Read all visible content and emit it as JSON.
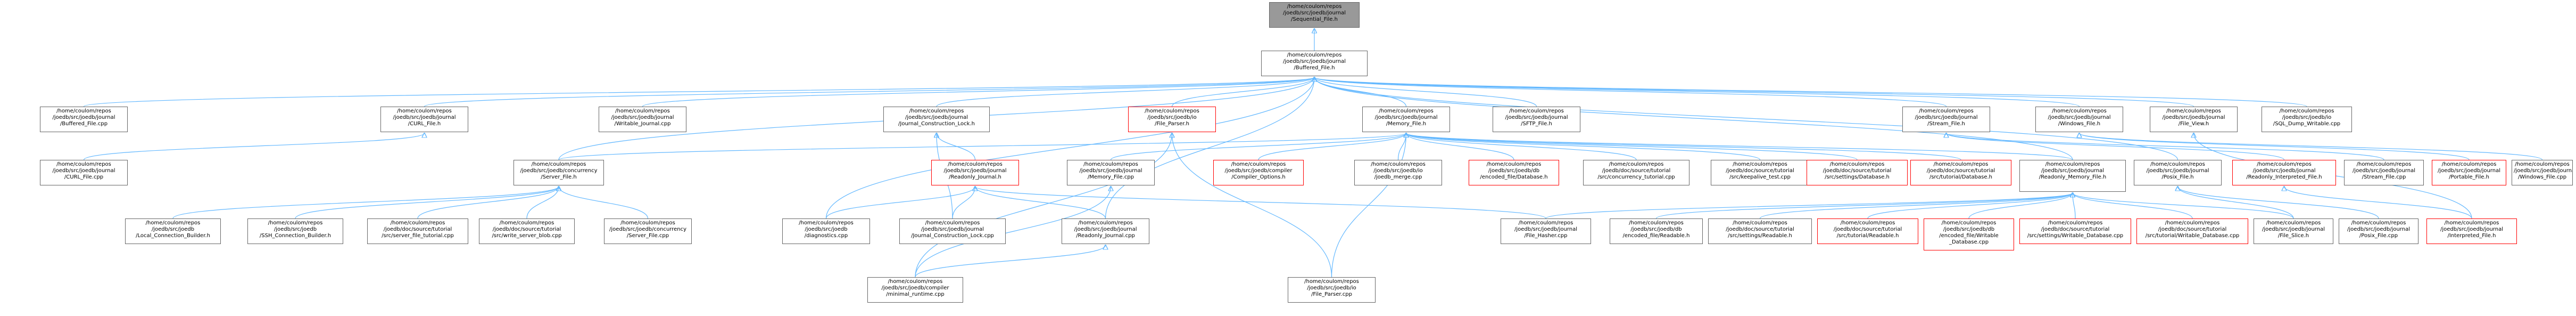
{
  "nodes": [
    {
      "id": "sequential",
      "label": "/home/coulom/repos\n/joedb/src/joedb/journal\n/Sequential_File.h",
      "style": "root"
    },
    {
      "id": "buffered",
      "label": "/home/coulom/repos\n/joedb/src/joedb/journal\n/Buffered_File.h",
      "style": "normal"
    },
    {
      "id": "buffered_cpp",
      "label": "/home/coulom/repos\n/joedb/src/joedb/journal\n/Buffered_File.cpp",
      "style": "normal"
    },
    {
      "id": "curl_h",
      "label": "/home/coulom/repos\n/joedb/src/joedb/journal\n/CURL_File.h",
      "style": "normal"
    },
    {
      "id": "writable_cpp",
      "label": "/home/coulom/repos\n/joedb/src/joedb/journal\n/Writable_Journal.cpp",
      "style": "normal"
    },
    {
      "id": "construction_lock",
      "label": "/home/coulom/repos\n/joedb/src/joedb/journal\n/Journal_Construction_Lock.h",
      "style": "normal"
    },
    {
      "id": "file_parser_h",
      "label": "/home/coulom/repos\n/joedb/src/joedb/io\n/File_Parser.h",
      "style": "red"
    },
    {
      "id": "memory_file_h",
      "label": "/home/coulom/repos\n/joedb/src/joedb/journal\n/Memory_File.h",
      "style": "normal"
    },
    {
      "id": "sftp_h",
      "label": "/home/coulom/repos\n/joedb/src/joedb/journal\n/SFTP_File.h",
      "style": "normal"
    },
    {
      "id": "stream_h",
      "label": "/home/coulom/repos\n/joedb/src/joedb/journal\n/Stream_File.h",
      "style": "normal"
    },
    {
      "id": "windows_h",
      "label": "/home/coulom/repos\n/joedb/src/joedb/journal\n/Windows_File.h",
      "style": "normal"
    },
    {
      "id": "file_view_h",
      "label": "/home/coulom/repos\n/joedb/src/joedb/journal\n/File_View.h",
      "style": "normal"
    },
    {
      "id": "sql_dump",
      "label": "/home/coulom/repos\n/joedb/src/joedb/io\n/SQL_Dump_Writable.cpp",
      "style": "normal"
    },
    {
      "id": "curl_cpp",
      "label": "/home/coulom/repos\n/joedb/src/joedb/journal\n/CURL_File.cpp",
      "style": "normal"
    },
    {
      "id": "server_file_h",
      "label": "/home/coulom/repos\n/joedb/src/joedb/concurrency\n/Server_File.h",
      "style": "normal"
    },
    {
      "id": "readonly_journal_h",
      "label": "/home/coulom/repos\n/joedb/src/joedb/journal\n/Readonly_Journal.h",
      "style": "red"
    },
    {
      "id": "memory_file_cpp",
      "label": "/home/coulom/repos\n/joedb/src/joedb/journal\n/Memory_File.cpp",
      "style": "normal"
    },
    {
      "id": "compiler_options",
      "label": "/home/coulom/repos\n/joedb/src/joedb/compiler\n/Compiler_Options.h",
      "style": "red"
    },
    {
      "id": "joedb_merge",
      "label": "/home/coulom/repos\n/joedb/src/joedb/io\n/joedb_merge.cpp",
      "style": "normal"
    },
    {
      "id": "encoded_db_h",
      "label": "/home/coulom/repos\n/joedb/src/joedb/db\n/encoded_file/Database.h",
      "style": "red"
    },
    {
      "id": "concurrency_tutorial",
      "label": "/home/coulom/repos\n/joedb/doc/source/tutorial\n/src/concurrency_tutorial.cpp",
      "style": "normal"
    },
    {
      "id": "keepalive_test",
      "label": "/home/coulom/repos\n/joedb/doc/source/tutorial\n/src/keepalive_test.cpp",
      "style": "normal"
    },
    {
      "id": "settings_db_h",
      "label": "/home/coulom/repos\n/joedb/doc/source/tutorial\n/src/settings/Database.h",
      "style": "red"
    },
    {
      "id": "tutorial_db_h",
      "label": "/home/coulom/repos\n/joedb/doc/source/tutorial\n/src/tutorial/Database.h",
      "style": "red"
    },
    {
      "id": "readonly_memory_h",
      "label": "/home/coulom/repos\n/joedb/src/joedb/journal\n/Readonly_Memory_File.h",
      "style": "normal"
    },
    {
      "id": "posix_h",
      "label": "/home/coulom/repos\n/joedb/src/joedb/journal\n/Posix_File.h",
      "style": "normal"
    },
    {
      "id": "readonly_interpreted_h",
      "label": "/home/coulom/repos\n/joedb/src/joedb/journal\n/Readonly_Interpreted_File.h",
      "style": "red"
    },
    {
      "id": "stream_cpp",
      "label": "/home/coulom/repos\n/joedb/src/joedb/journal\n/Stream_File.cpp",
      "style": "normal"
    },
    {
      "id": "portable_h",
      "label": "/home/coulom/repos\n/joedb/src/joedb/journal\n/Portable_File.h",
      "style": "red"
    },
    {
      "id": "windows_cpp",
      "label": "/home/coulom/repos\n/joedb/src/joedb/journal\n/Windows_File.cpp",
      "style": "normal"
    },
    {
      "id": "local_conn",
      "label": "/home/coulom/repos\n/joedb/src/joedb\n/Local_Connection_Builder.h",
      "style": "normal"
    },
    {
      "id": "ssh_conn",
      "label": "/home/coulom/repos\n/joedb/src/joedb\n/SSH_Connection_Builder.h",
      "style": "normal"
    },
    {
      "id": "server_file_tutorial",
      "label": "/home/coulom/repos\n/joedb/doc/source/tutorial\n/src/server_file_tutorial.cpp",
      "style": "normal"
    },
    {
      "id": "write_server_blob",
      "label": "/home/coulom/repos\n/joedb/doc/source/tutorial\n/src/write_server_blob.cpp",
      "style": "normal"
    },
    {
      "id": "server_file_cpp",
      "label": "/home/coulom/repos\n/joedb/src/joedb/concurrency\n/Server_File.cpp",
      "style": "normal"
    },
    {
      "id": "diagnostics",
      "label": "/home/coulom/repos\n/joedb/src/joedb\n/diagnostics.cpp",
      "style": "normal"
    },
    {
      "id": "construction_lock_cpp",
      "label": "/home/coulom/repos\n/joedb/src/joedb/journal\n/Journal_Construction_Lock.cpp",
      "style": "normal"
    },
    {
      "id": "readonly_journal_cpp",
      "label": "/home/coulom/repos\n/joedb/src/joedb/journal\n/Readonly_Journal.cpp",
      "style": "normal"
    },
    {
      "id": "file_hasher",
      "label": "/home/coulom/repos\n/joedb/src/joedb/journal\n/File_Hasher.cpp",
      "style": "normal"
    },
    {
      "id": "encoded_readable",
      "label": "/home/coulom/repos\n/joedb/src/joedb/db\n/encoded_file/Readable.h",
      "style": "normal"
    },
    {
      "id": "settings_readable",
      "label": "/home/coulom/repos\n/joedb/doc/source/tutorial\n/src/settings/Readable.h",
      "style": "normal"
    },
    {
      "id": "tutorial_readable",
      "label": "/home/coulom/repos\n/joedb/doc/source/tutorial\n/src/tutorial/Readable.h",
      "style": "red"
    },
    {
      "id": "encoded_writable_db",
      "label": "/home/coulom/repos\n/joedb/src/joedb/db\n/encoded_file/Writable\n_Database.cpp",
      "style": "red"
    },
    {
      "id": "settings_writable_db",
      "label": "/home/coulom/repos\n/joedb/doc/source/tutorial\n/src/settings/Writable_Database.cpp",
      "style": "red"
    },
    {
      "id": "tutorial_writable_db",
      "label": "/home/coulom/repos\n/joedb/doc/source/tutorial\n/src/tutorial/Writable_Database.cpp",
      "style": "red"
    },
    {
      "id": "file_slice",
      "label": "/home/coulom/repos\n/joedb/src/joedb/journal\n/File_Slice.h",
      "style": "normal"
    },
    {
      "id": "posix_cpp",
      "label": "/home/coulom/repos\n/joedb/src/joedb/journal\n/Posix_File.cpp",
      "style": "normal"
    },
    {
      "id": "interpreted_h",
      "label": "/home/coulom/repos\n/joedb/src/joedb/journal\n/Interpreted_File.h",
      "style": "red"
    },
    {
      "id": "minimal_runtime",
      "label": "/home/coulom/repos\n/joedb/src/joedb/compiler\n/minimal_runtime.cpp",
      "style": "normal"
    },
    {
      "id": "file_parser_cpp",
      "label": "/home/coulom/repos\n/joedb/src/joedb/io\n/File_Parser.cpp",
      "style": "normal"
    }
  ],
  "edges": [
    [
      "buffered",
      "sequential"
    ],
    [
      "buffered_cpp",
      "buffered"
    ],
    [
      "curl_h",
      "buffered"
    ],
    [
      "writable_cpp",
      "buffered"
    ],
    [
      "construction_lock",
      "buffered"
    ],
    [
      "file_parser_h",
      "buffered"
    ],
    [
      "memory_file_h",
      "buffered"
    ],
    [
      "sftp_h",
      "buffered"
    ],
    [
      "stream_h",
      "buffered"
    ],
    [
      "windows_h",
      "buffered"
    ],
    [
      "file_view_h",
      "buffered"
    ],
    [
      "sql_dump",
      "buffered"
    ],
    [
      "server_file_h",
      "buffered"
    ],
    [
      "posix_h",
      "buffered"
    ],
    [
      "readonly_memory_h",
      "buffered"
    ],
    [
      "diagnostics",
      "buffered"
    ],
    [
      "readonly_journal_cpp",
      "buffered"
    ],
    [
      "curl_cpp",
      "curl_h"
    ],
    [
      "readonly_journal_h",
      "construction_lock"
    ],
    [
      "construction_lock_cpp",
      "construction_lock"
    ],
    [
      "file_parser_cpp",
      "file_parser_h"
    ],
    [
      "minimal_runtime",
      "file_parser_h"
    ],
    [
      "server_file_h",
      "memory_file_h"
    ],
    [
      "memory_file_cpp",
      "memory_file_h"
    ],
    [
      "compiler_options",
      "memory_file_h"
    ],
    [
      "joedb_merge",
      "memory_file_h"
    ],
    [
      "encoded_db_h",
      "memory_file_h"
    ],
    [
      "concurrency_tutorial",
      "memory_file_h"
    ],
    [
      "keepalive_test",
      "memory_file_h"
    ],
    [
      "settings_db_h",
      "memory_file_h"
    ],
    [
      "tutorial_db_h",
      "memory_file_h"
    ],
    [
      "readonly_memory_h",
      "memory_file_h"
    ],
    [
      "file_parser_cpp",
      "memory_file_h"
    ],
    [
      "stream_cpp",
      "stream_h"
    ],
    [
      "readonly_interpreted_h",
      "stream_h"
    ],
    [
      "windows_cpp",
      "windows_h"
    ],
    [
      "portable_h",
      "windows_h"
    ],
    [
      "interpreted_h",
      "file_view_h"
    ],
    [
      "local_conn",
      "server_file_h"
    ],
    [
      "ssh_conn",
      "server_file_h"
    ],
    [
      "server_file_tutorial",
      "server_file_h"
    ],
    [
      "write_server_blob",
      "server_file_h"
    ],
    [
      "server_file_cpp",
      "server_file_h"
    ],
    [
      "diagnostics",
      "readonly_journal_h"
    ],
    [
      "construction_lock_cpp",
      "readonly_journal_h"
    ],
    [
      "readonly_journal_cpp",
      "readonly_journal_h"
    ],
    [
      "file_hasher",
      "readonly_journal_h"
    ],
    [
      "minimal_runtime",
      "memory_file_cpp"
    ],
    [
      "encoded_readable",
      "readonly_memory_h"
    ],
    [
      "settings_readable",
      "readonly_memory_h"
    ],
    [
      "tutorial_readable",
      "readonly_memory_h"
    ],
    [
      "encoded_writable_db",
      "readonly_memory_h"
    ],
    [
      "settings_writable_db",
      "readonly_memory_h"
    ],
    [
      "tutorial_writable_db",
      "readonly_memory_h"
    ],
    [
      "file_slice",
      "readonly_memory_h"
    ],
    [
      "file_hasher",
      "readonly_memory_h"
    ],
    [
      "file_slice",
      "posix_h"
    ],
    [
      "posix_cpp",
      "posix_h"
    ],
    [
      "interpreted_h",
      "readonly_interpreted_h"
    ],
    [
      "minimal_runtime",
      "readonly_journal_cpp"
    ]
  ]
}
